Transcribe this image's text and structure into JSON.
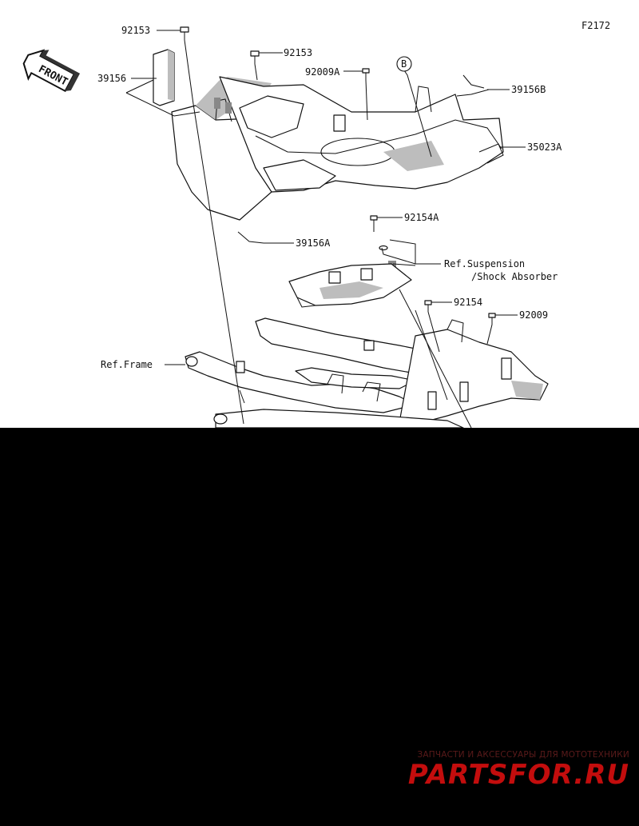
{
  "figure_code": "F2172",
  "front_label": "FRONT",
  "callouts": {
    "c1": "92153",
    "c2": "92153",
    "c3": "39156",
    "c4": "92009A",
    "c5": "B",
    "c6": "39156B",
    "c7": "35023A",
    "c8": "92154A",
    "c9": "39156A",
    "c10": "Ref.Suspension",
    "c11": "/Shock Absorber",
    "c12": "92154",
    "c13": "92009",
    "c14": "Ref.Frame"
  },
  "watermark": {
    "tagline": "ЗАПЧАСТИ И АКСЕССУАРЫ ДЛЯ МОТОТЕХНИКИ",
    "logo": "PARTSFOR.RU",
    "color": "#c30d0d"
  }
}
